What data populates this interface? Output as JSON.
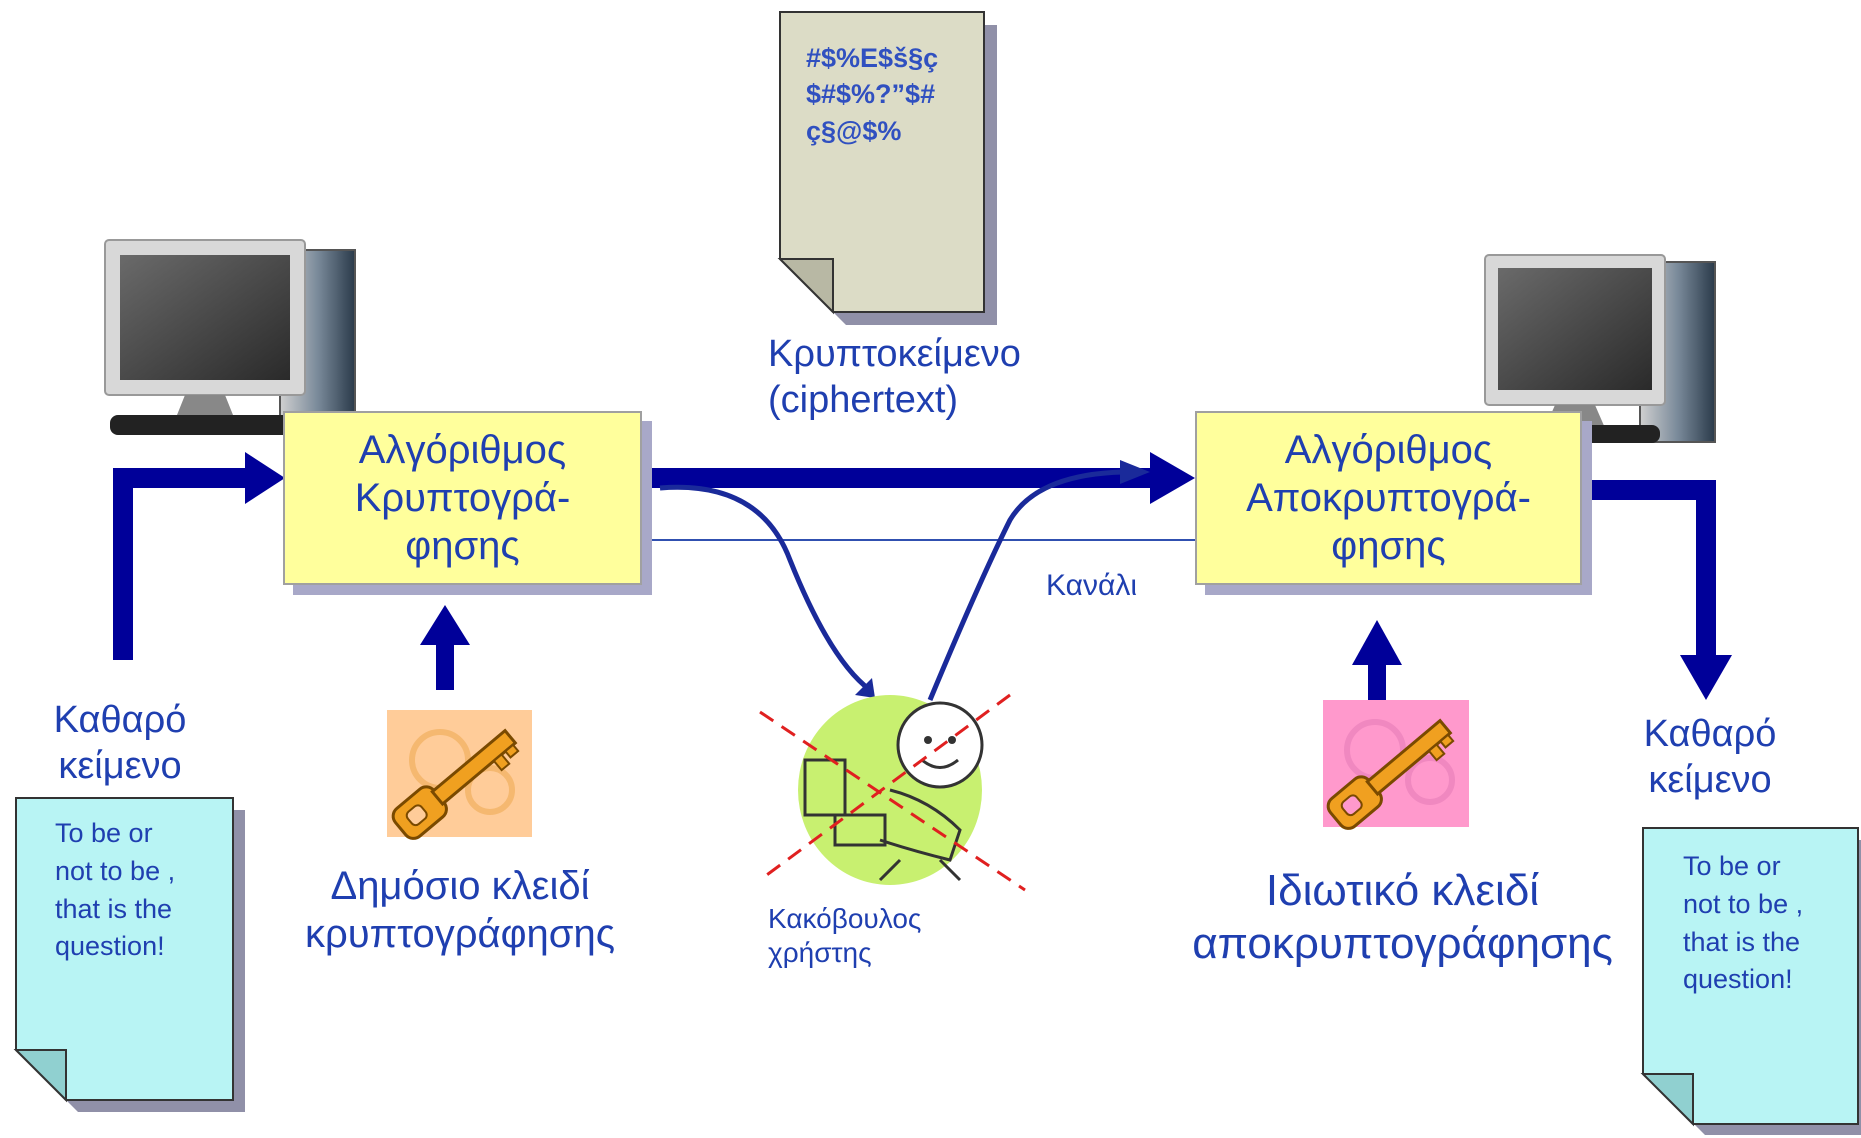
{
  "diagram": {
    "encryption_algorithm": {
      "line1": "Αλγόριθμος",
      "line2": "Κρυπτογρά-",
      "line3": "φησης"
    },
    "decryption_algorithm": {
      "line1": "Αλγόριθμος",
      "line2": "Αποκρυπτογρά-",
      "line3": "φησης"
    },
    "ciphertext_label": {
      "line1": "Κρυπτοκείμενο",
      "line2": "(ciphertext)"
    },
    "ciphertext_content": {
      "line1": "#$%E$š§ç",
      "line2": "$#$%?”$#",
      "line3": "ç§@$%"
    },
    "channel_label": "Κανάλι",
    "plaintext_left": {
      "line1": "Καθαρό",
      "line2": "κείμενο"
    },
    "plaintext_right": {
      "line1": "Καθαρό",
      "line2": "κείμενο"
    },
    "plaintext_content": {
      "line1": "To be or",
      "line2": "not to be ,",
      "line3": "that is the",
      "line4": "question!"
    },
    "public_key": {
      "line1": "Δημόσιο κλειδί",
      "line2": "κρυπτογράφησης"
    },
    "private_key": {
      "line1": "Ιδιωτικό κλειδί",
      "line2": "αποκρυπτογράφησης"
    },
    "attacker": {
      "line1": "Κακόβουλος",
      "line2": "χρήστης"
    },
    "colors": {
      "arrow": "#000099",
      "text": "#1f3fb0",
      "algo_box": "#ffff9c",
      "cipher_doc": "#dcdcc6",
      "plain_doc": "#b8f4f4",
      "public_key_bg": "#ffcc99",
      "private_key_bg": "#ff99cc",
      "key": "#f0a020",
      "cross": "#e02020"
    }
  }
}
